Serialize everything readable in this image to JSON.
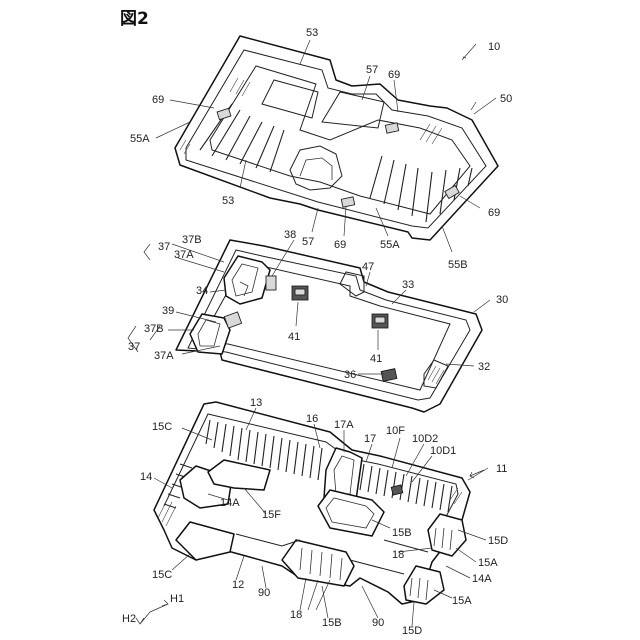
{
  "figure": {
    "title": "図2"
  },
  "assembly": {
    "overall": "10",
    "top_tray": "50",
    "middle_tray": "30",
    "bottom_tray": "11"
  },
  "labels": {
    "top": [
      "53",
      "57",
      "69",
      "69",
      "55A",
      "53",
      "57",
      "69",
      "55A",
      "55B",
      "69"
    ],
    "middle": [
      "37",
      "37B",
      "37A",
      "38",
      "47",
      "33",
      "34",
      "39",
      "41",
      "41",
      "37B",
      "37",
      "37A",
      "36",
      "32"
    ],
    "bottom": [
      "13",
      "16",
      "17A",
      "17",
      "10F",
      "10D2",
      "10D1",
      "15C",
      "14",
      "14A",
      "15F",
      "15B",
      "15D",
      "18",
      "15A",
      "14A",
      "15C",
      "12",
      "90",
      "18",
      "15B",
      "90",
      "15A",
      "15D"
    ]
  },
  "direction": {
    "h1": "H1",
    "h2": "H2"
  },
  "colors": {
    "line": "#111111",
    "background": "#ffffff",
    "shade": "#d9d9d9"
  }
}
